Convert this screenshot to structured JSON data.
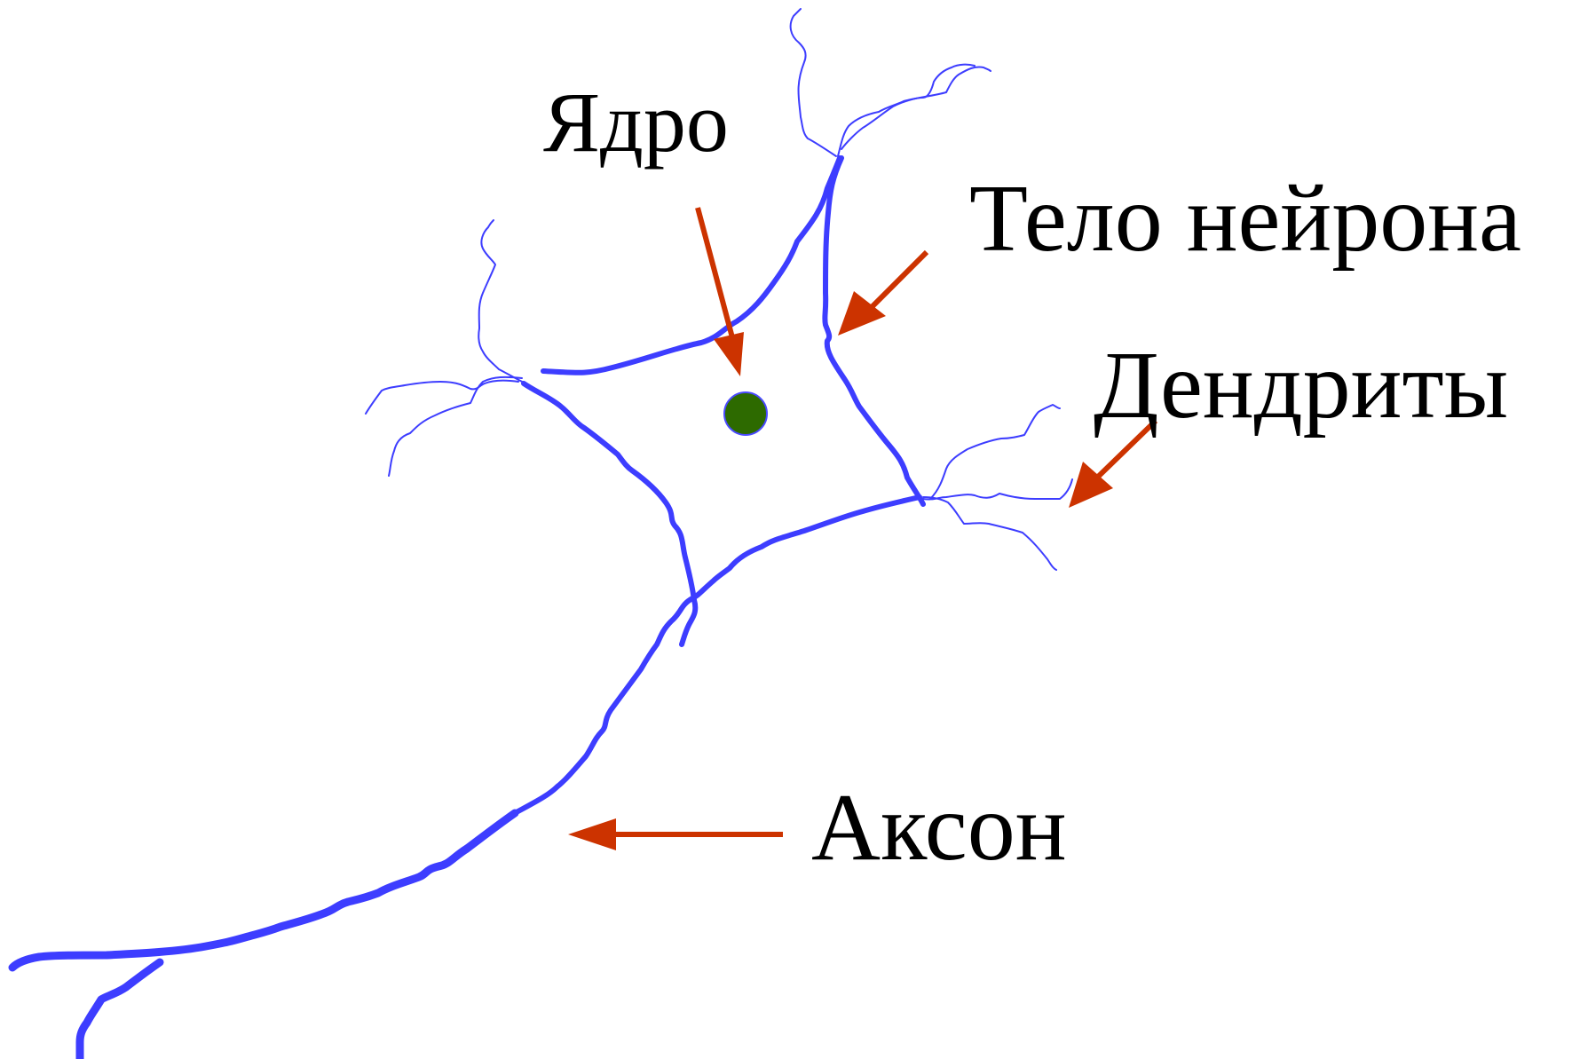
{
  "labels": {
    "nucleus": "Ядро",
    "cell_body": "Тело нейрона",
    "dendrites": "Дендриты",
    "axon": "Аксон"
  },
  "colors": {
    "neuron": "#3d3dff",
    "arrow": "#cc3300",
    "nucleus": "#2d6a00",
    "nucleus_outline": "#4a4aff",
    "text": "#000000"
  }
}
